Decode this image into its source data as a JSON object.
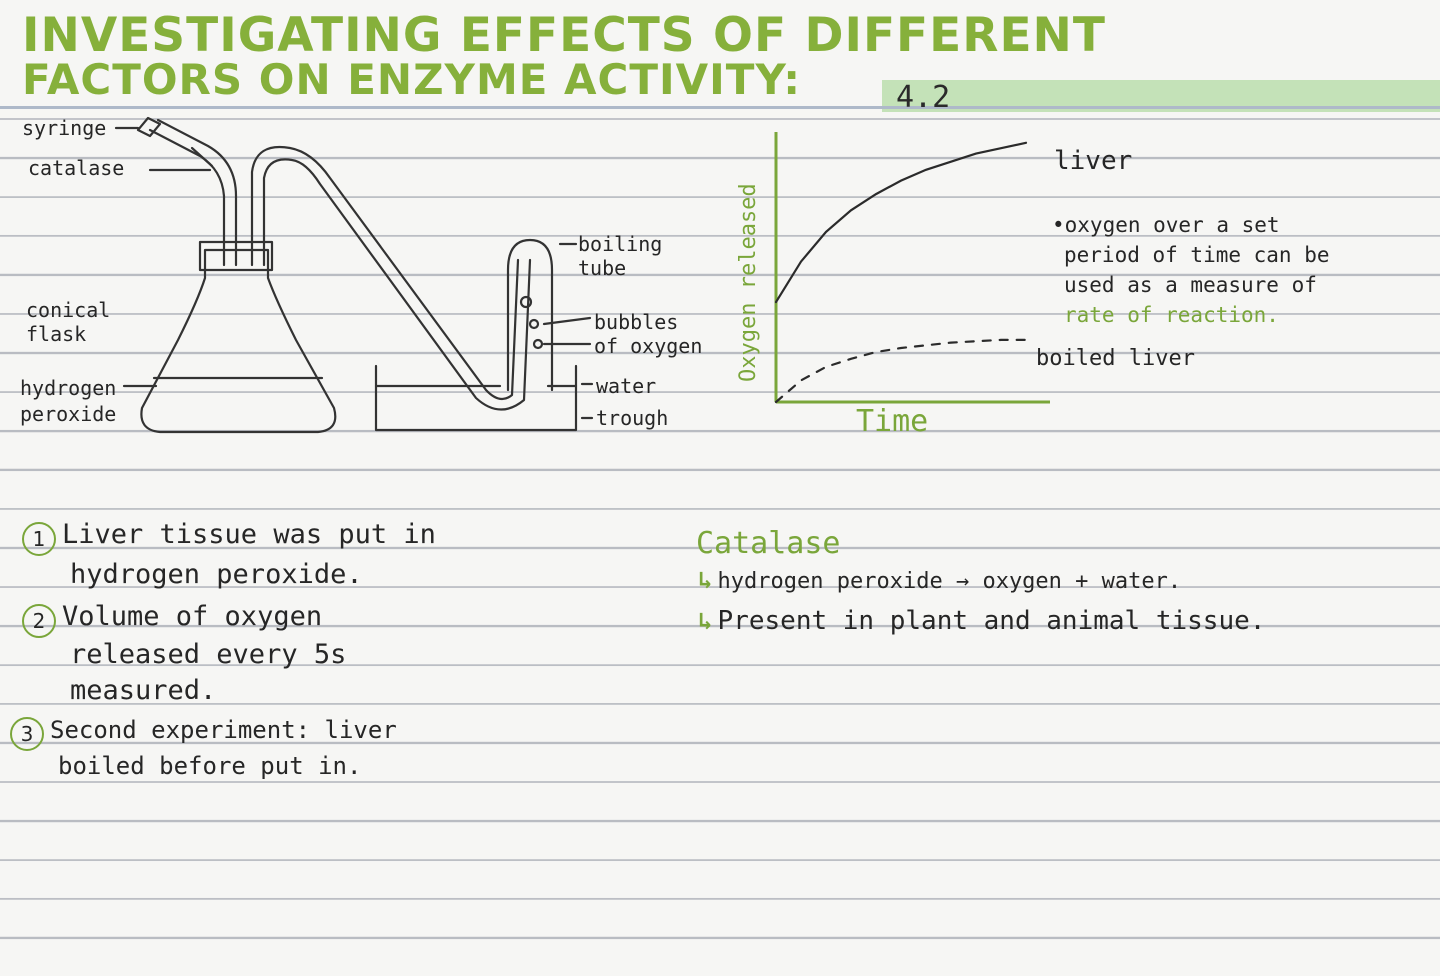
{
  "title": {
    "line1": "INVESTIGATING EFFECTS OF DIFFERENT",
    "line2": "FACTORS ON ENZYME ACTIVITY:",
    "section": "4.2"
  },
  "diagram_labels": {
    "syringe": "syringe",
    "catalase": "catalase",
    "conical_flask": [
      "conical",
      "flask"
    ],
    "hydrogen_peroxide": [
      "hydrogen",
      "peroxide"
    ],
    "boiling_tube": [
      "boiling",
      "tube"
    ],
    "bubbles": [
      "bubbles",
      "of oxygen"
    ],
    "water_trough": [
      "water",
      "trough"
    ]
  },
  "graph": {
    "ylabel": "Oxygen released",
    "xlabel": "Time",
    "curve_liver": "liver",
    "curve_boiled": "boiled liver",
    "note": [
      "•oxygen over a set",
      "period of time can be",
      "used as a measure of",
      "rate of reaction."
    ]
  },
  "chart_data": {
    "type": "line",
    "xlabel": "Time",
    "ylabel": "Oxygen released",
    "series": [
      {
        "name": "liver",
        "style": "solid",
        "x": [
          0,
          1,
          2,
          3,
          4,
          5,
          6,
          7,
          8,
          9,
          10
        ],
        "y": [
          3.7,
          5.2,
          6.3,
          7.1,
          7.7,
          8.2,
          8.6,
          8.9,
          9.2,
          9.4,
          9.6
        ]
      },
      {
        "name": "boiled liver",
        "style": "dashed",
        "x": [
          0,
          1,
          2,
          3,
          4,
          5,
          6,
          7,
          8,
          9,
          10
        ],
        "y": [
          0,
          0.8,
          1.3,
          1.6,
          1.85,
          2.0,
          2.1,
          2.2,
          2.25,
          2.3,
          2.3
        ]
      }
    ],
    "axis_color": "#7aa63a"
  },
  "steps": [
    {
      "num": "1",
      "lines": [
        "Liver tissue was put in",
        "hydrogen peroxide."
      ]
    },
    {
      "num": "2",
      "lines": [
        "Volume of oxygen",
        "released every 5s",
        "measured."
      ]
    },
    {
      "num": "3",
      "lines": [
        "Second experiment: liver",
        "boiled before put in."
      ]
    }
  ],
  "catalase_notes": {
    "heading": "Catalase",
    "arrow": "↳",
    "items": [
      "hydrogen peroxide → oxygen + water.",
      "Present in plant and animal tissue."
    ]
  },
  "colors": {
    "title_green": "#86b03b",
    "ink": "#262626",
    "highlight": "#bfe0b1"
  }
}
